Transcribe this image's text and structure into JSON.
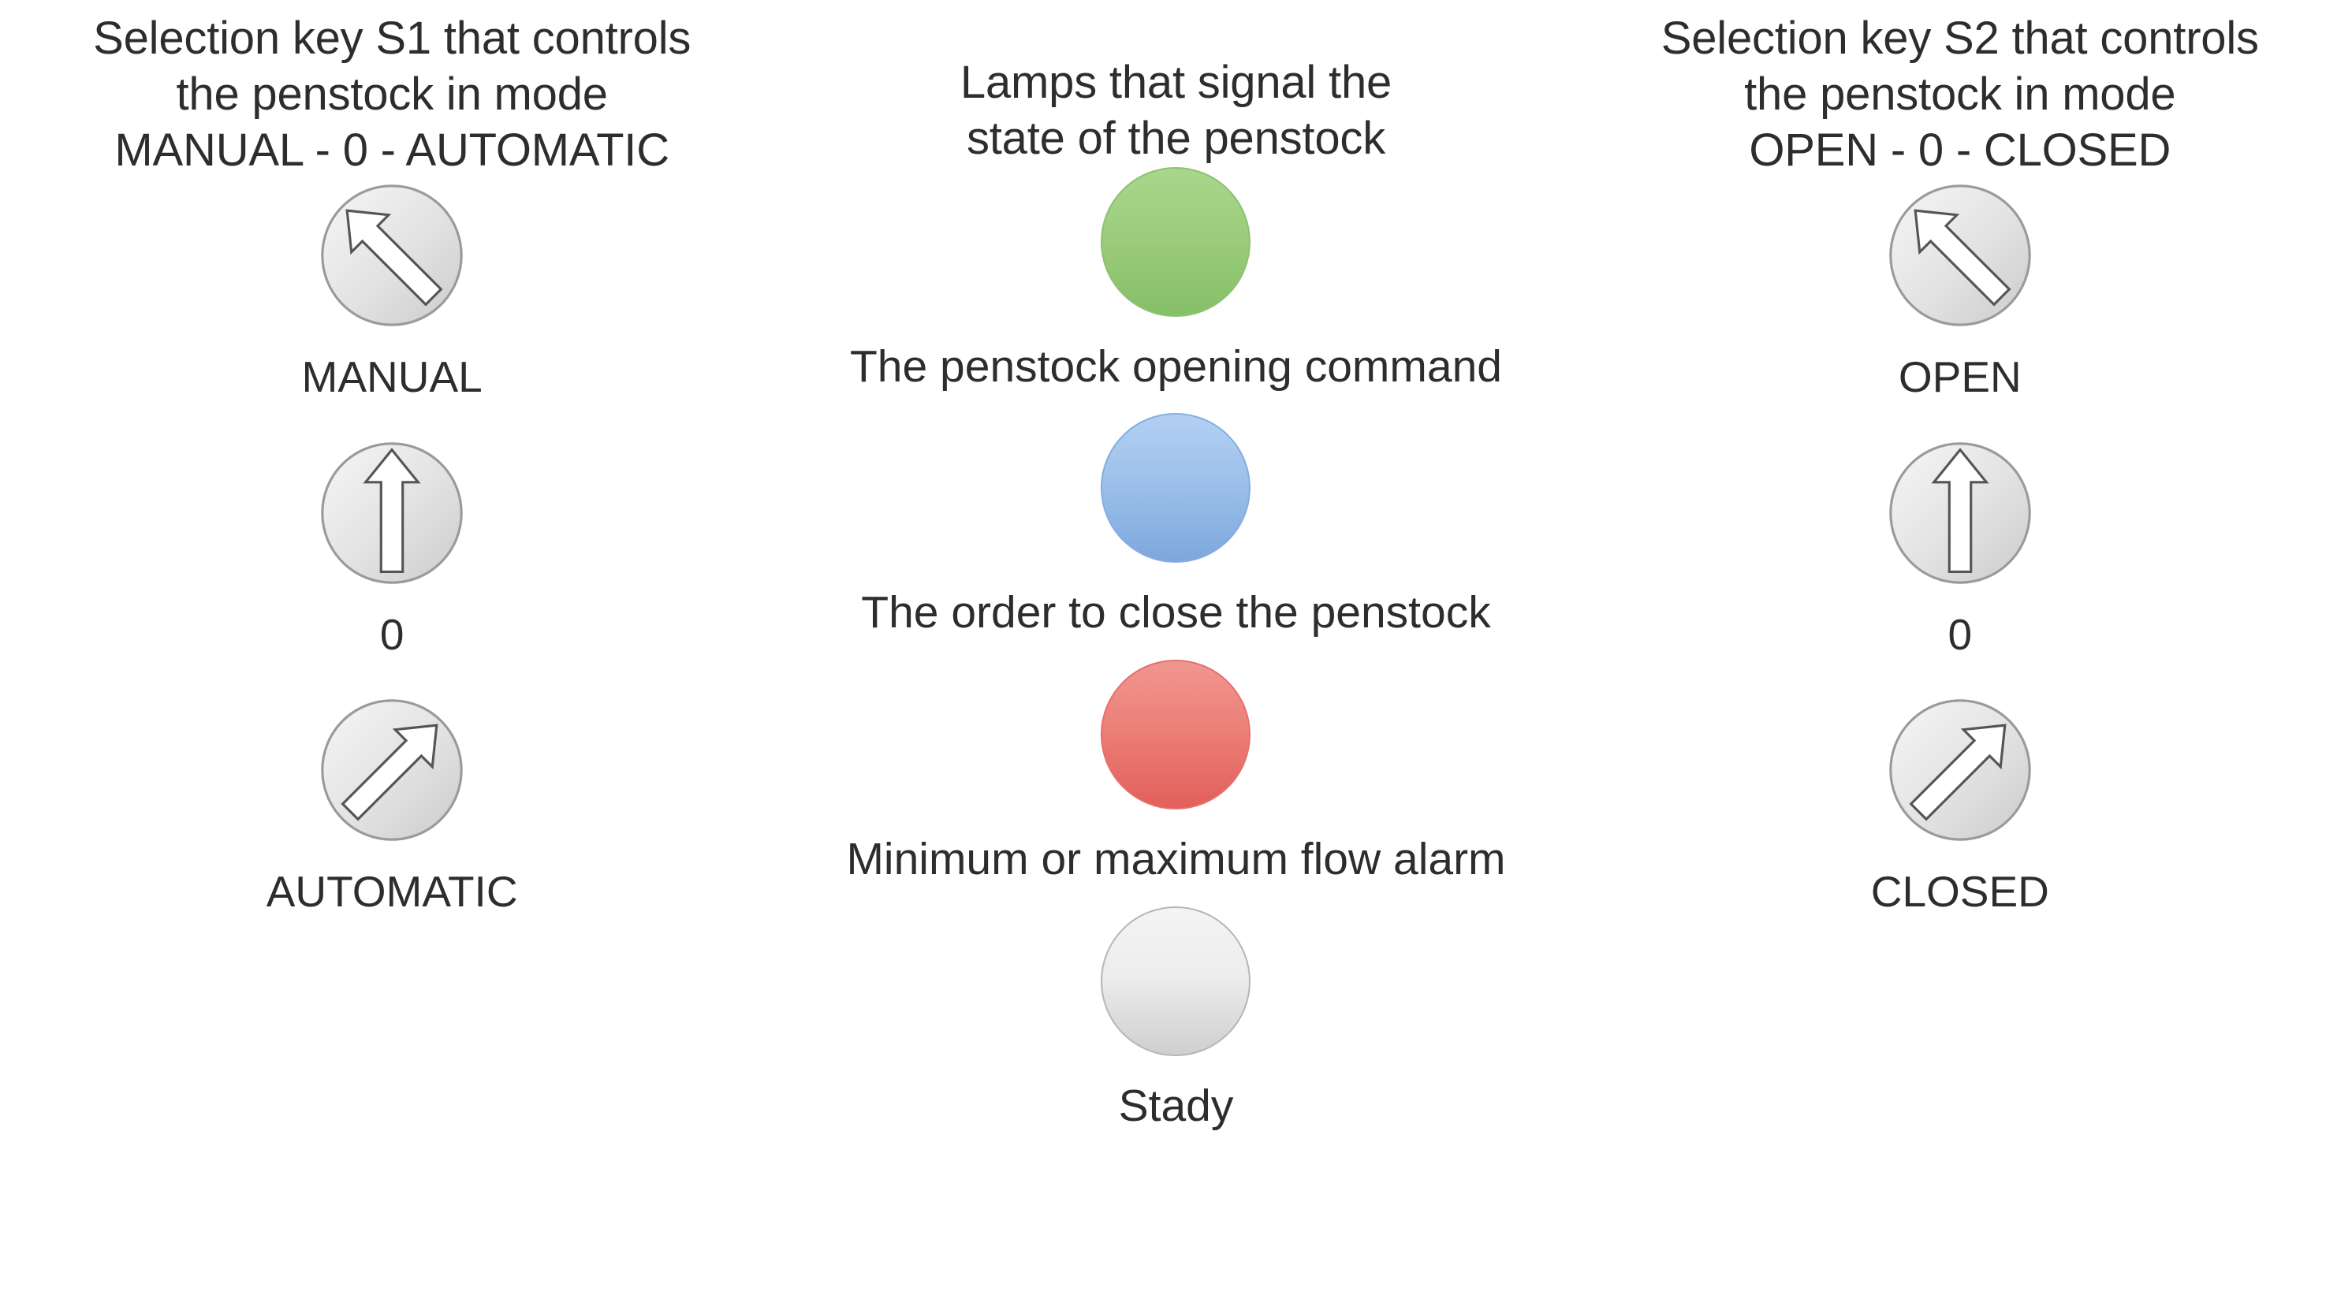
{
  "page": {
    "background_color": "#ffffff",
    "text_color": "#2d2d2d"
  },
  "columns": {
    "left": {
      "heading": "Selection key S1 that controls\nthe penstock in mode\nMANUAL - 0 - AUTOMATIC",
      "items": [
        {
          "label": "MANUAL",
          "icon": "selector-knob-up-left-icon",
          "position": "left"
        },
        {
          "label": "0",
          "icon": "selector-knob-up-icon",
          "position": "center"
        },
        {
          "label": "AUTOMATIC",
          "icon": "selector-knob-up-right-icon",
          "position": "right"
        }
      ]
    },
    "middle": {
      "heading": "Lamps that signal the\nstate of the penstock",
      "items": [
        {
          "label": "The penstock opening command",
          "icon": "lamp-green-icon",
          "color": "#9ccd7c"
        },
        {
          "label": "The order to close the penstock",
          "icon": "lamp-blue-icon",
          "color": "#9dc0ea"
        },
        {
          "label": "Minimum or maximum flow alarm",
          "icon": "lamp-red-icon",
          "color": "#ec8079"
        },
        {
          "label": "Stady",
          "icon": "lamp-grey-icon",
          "color": "#ededed"
        }
      ]
    },
    "right": {
      "heading": "Selection key S2 that controls\nthe penstock in mode\nOPEN - 0 - CLOSED",
      "items": [
        {
          "label": "OPEN",
          "icon": "selector-knob-up-left-icon",
          "position": "left"
        },
        {
          "label": "0",
          "icon": "selector-knob-up-icon",
          "position": "center"
        },
        {
          "label": "CLOSED",
          "icon": "selector-knob-up-right-icon",
          "position": "right"
        }
      ]
    }
  }
}
